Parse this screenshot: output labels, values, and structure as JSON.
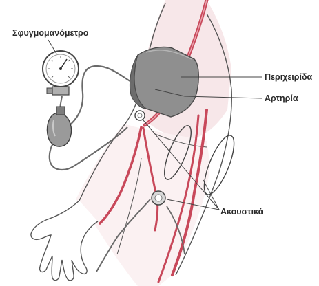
{
  "labels": {
    "sphygmomanometer": "Σφυγμομανόμετρο",
    "cuff": "Περιχειρίδα",
    "artery": "Αρτηρία",
    "stethoscope": "Ακουστικά"
  },
  "colors": {
    "artery": "#c8485a",
    "artery_light": "#e8a3ad",
    "skin_tint": "#f7e7e9",
    "cuff": "#8f8f8f",
    "cuff_dark": "#6c6c6c",
    "outline": "#555555",
    "tube": "#6a6a6a",
    "bulb": "#9a9a9a",
    "leader": "#444444"
  },
  "icons": {
    "gauge": "manometer-dial-icon",
    "bulb": "inflation-bulb-icon",
    "chestpiece": "stethoscope-chestpiece-icon"
  }
}
